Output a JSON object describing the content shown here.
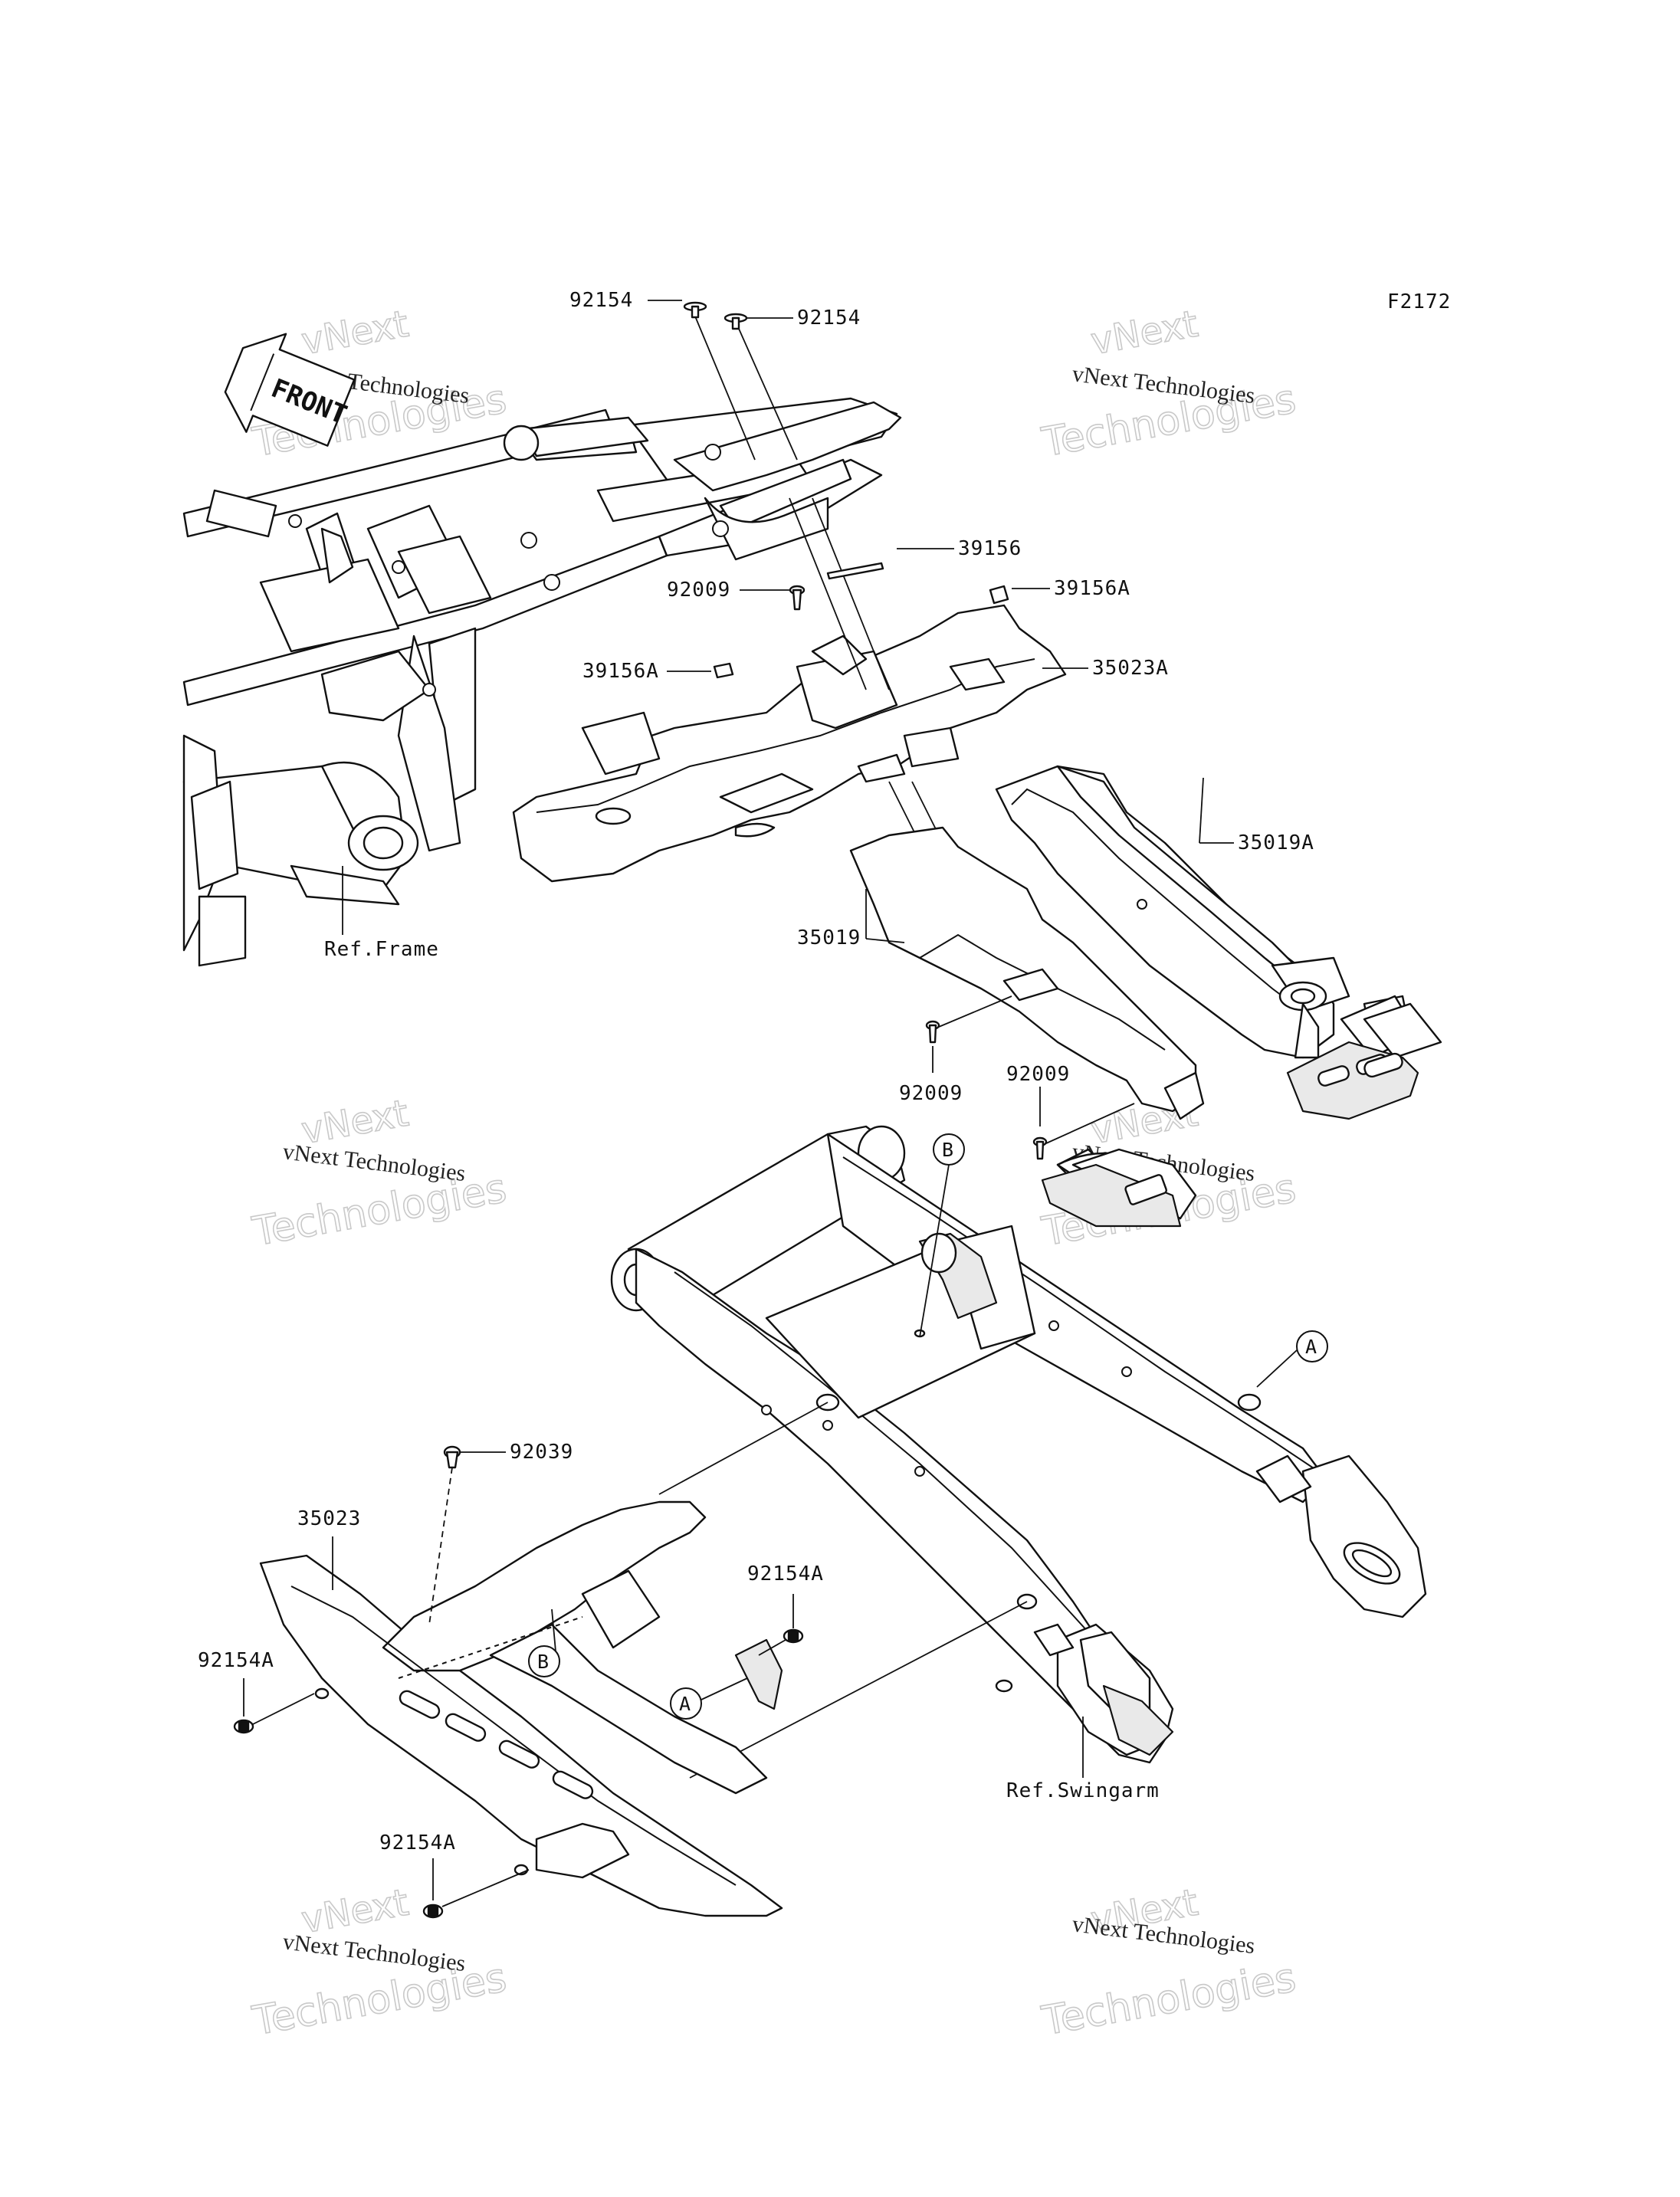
{
  "figure_code": "F2172",
  "part_labels": {
    "p92154_left": "92154",
    "p92154_right": "92154",
    "p39156": "39156",
    "p92009_top": "92009",
    "p39156A_right": "39156A",
    "p39156A_left": "39156A",
    "p35023A": "35023A",
    "p35019A": "35019A",
    "p35019": "35019",
    "p92009_mid_left": "92009",
    "p92009_mid_right": "92009",
    "p92039": "92039",
    "p35023": "35023",
    "p92154A_upper": "92154A",
    "p92154A_left": "92154A",
    "p92154A_lower": "92154A"
  },
  "references": {
    "frame": "Ref.Frame",
    "swingarm": "Ref.Swingarm"
  },
  "callouts": {
    "b_top": "B",
    "a_right": "A",
    "b_cover": "B",
    "a_cover": "A"
  },
  "front_arrow": "FRONT",
  "watermark": {
    "line1": "vNext Technologies",
    "big": "Technologies",
    "vnext": "vNext"
  }
}
